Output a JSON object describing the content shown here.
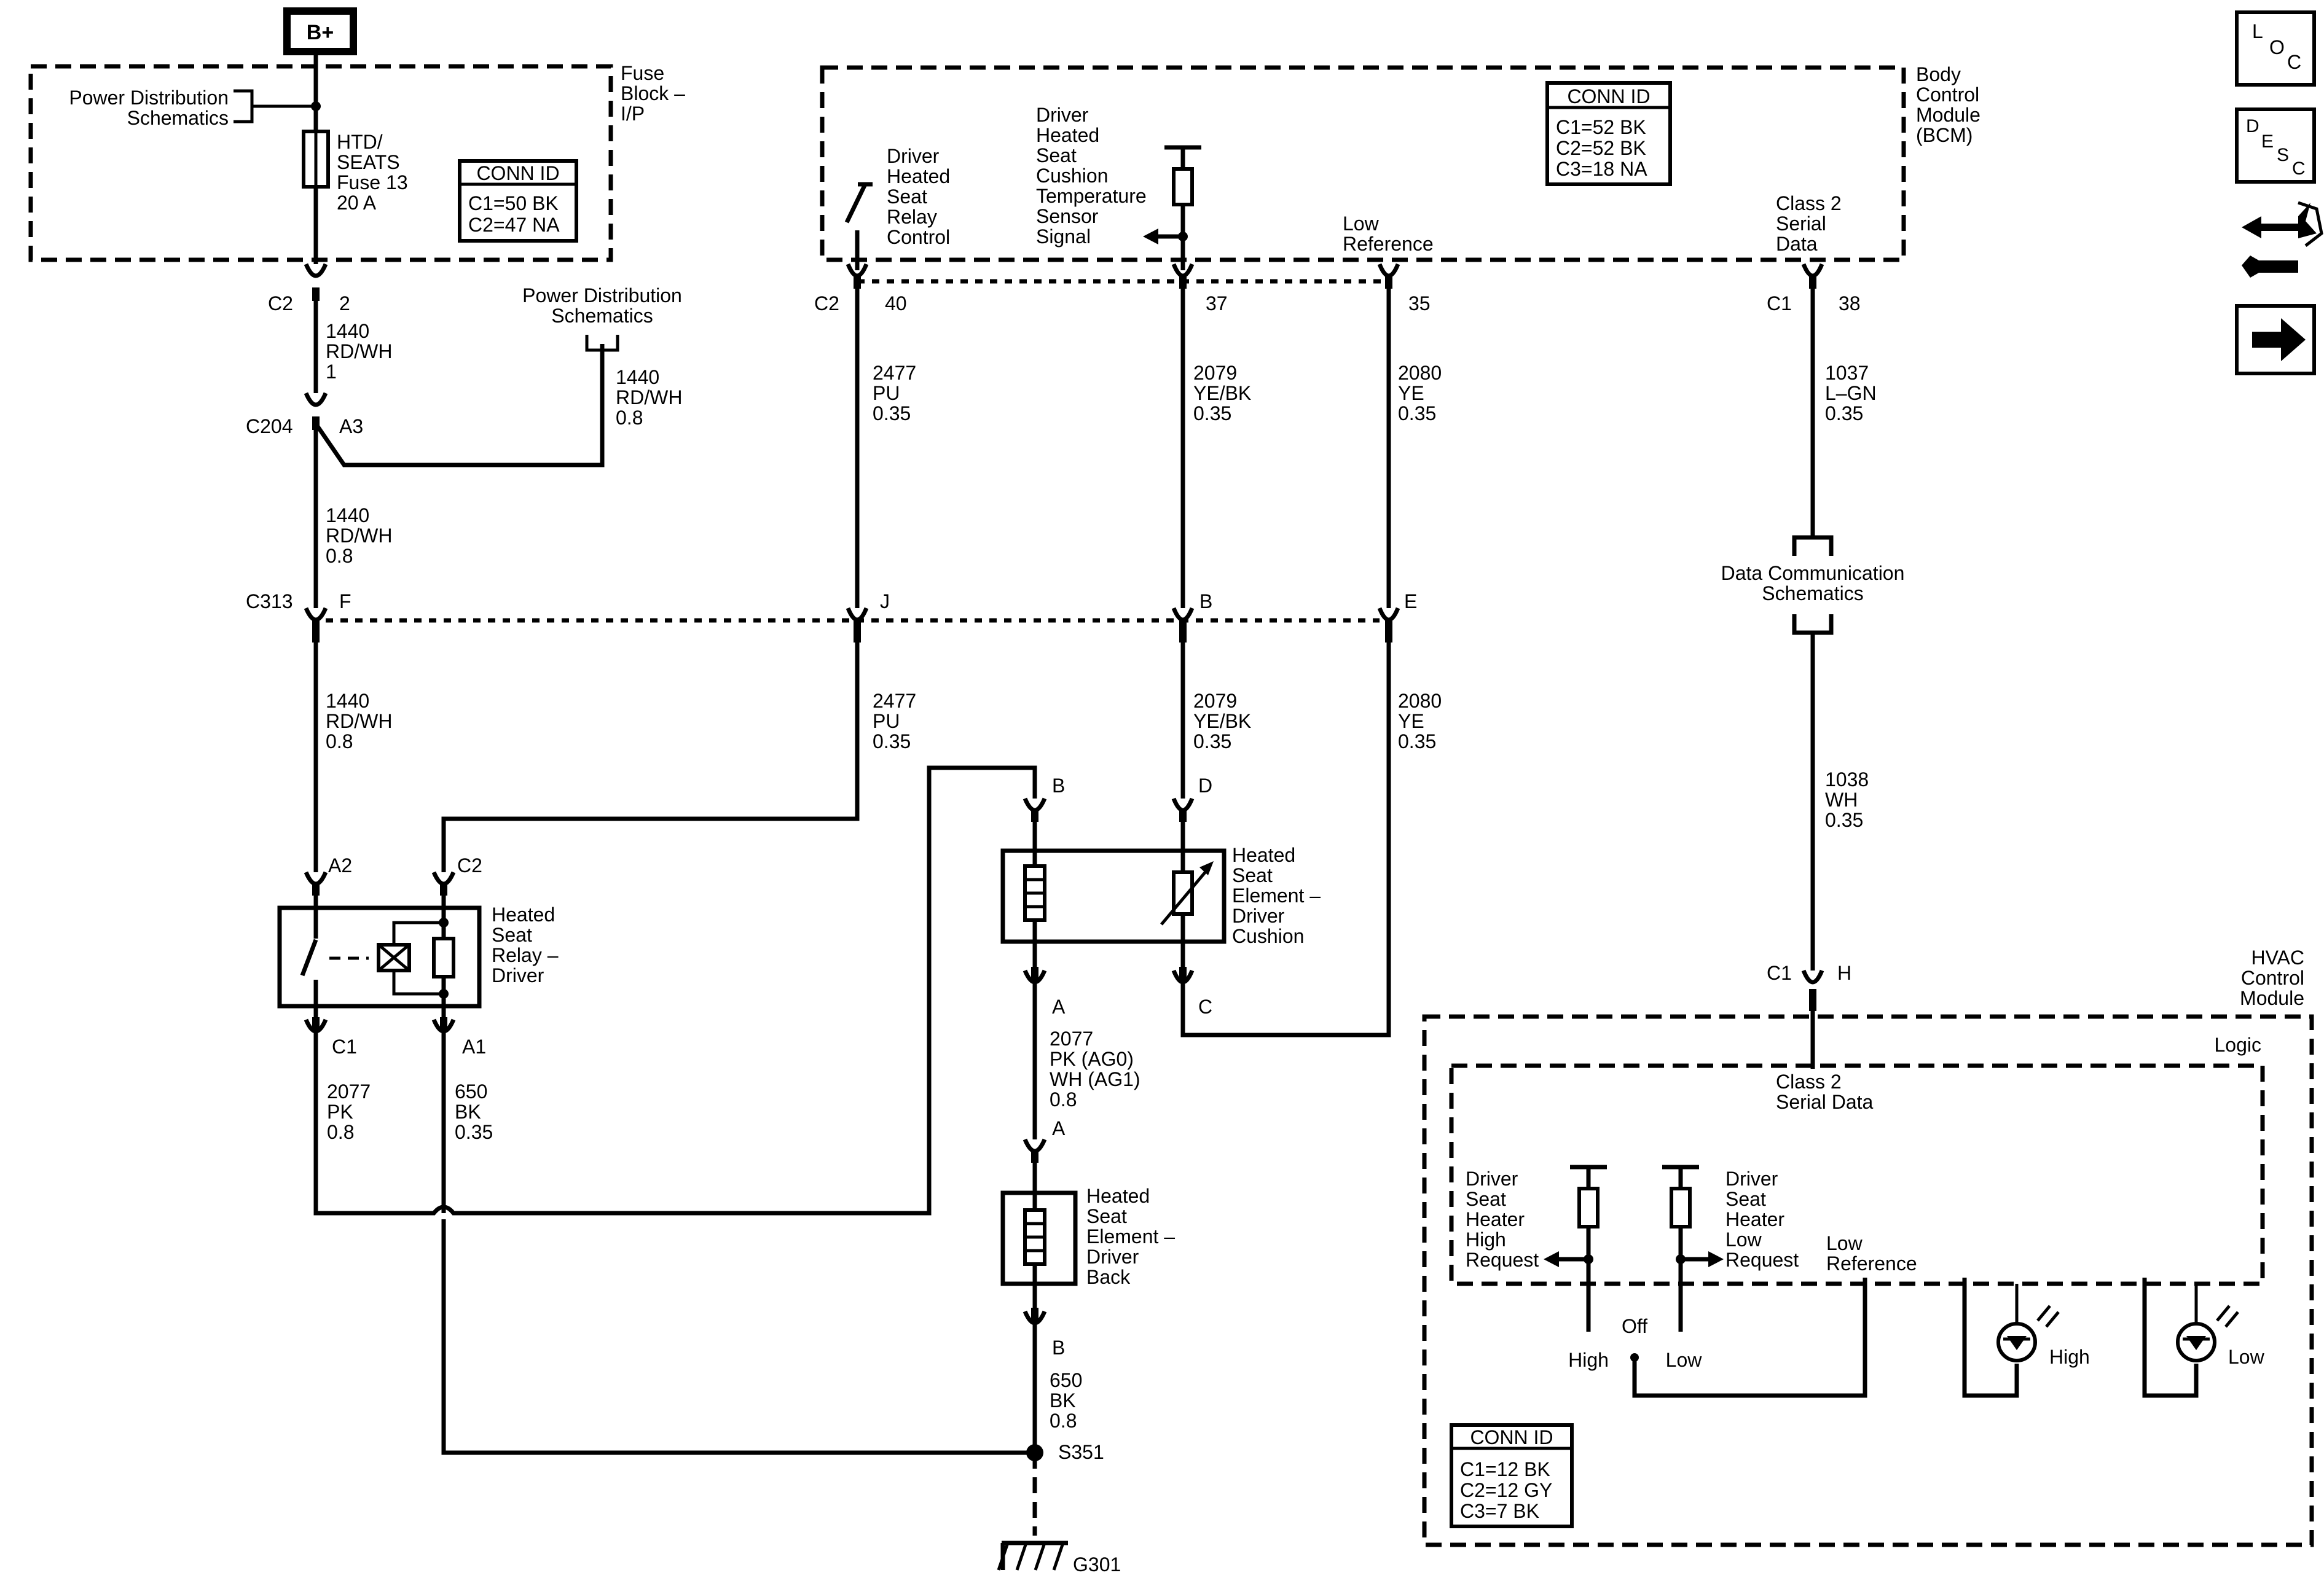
{
  "battery": "B+",
  "fuse_block": {
    "title": [
      "Fuse",
      "Block –",
      "I/P"
    ],
    "power_dist": [
      "Power Distribution",
      "Schematics"
    ],
    "fuse": [
      "HTD/",
      "SEATS",
      "Fuse 13",
      "20 A"
    ],
    "conn_title": "CONN ID",
    "conn_lines": [
      "C1=50 BK",
      "C2=47 NA"
    ]
  },
  "bcm": {
    "title": [
      "Body",
      "Control",
      "Module",
      "(BCM)"
    ],
    "conn_title": "CONN ID",
    "conn_lines": [
      "C1=52 BK",
      "C2=52 BK",
      "C3=18 NA"
    ],
    "relay_ctrl": [
      "Driver",
      "Heated",
      "Seat",
      "Relay",
      "Control"
    ],
    "temp_sensor": [
      "Driver",
      "Heated",
      "Seat",
      "Cushion",
      "Temperature",
      "Sensor",
      "Signal"
    ],
    "low_ref": [
      "Low",
      "Reference"
    ],
    "class2": [
      "Class 2",
      "Serial",
      "Data"
    ]
  },
  "connectors": {
    "c2_left": "C2",
    "pin2": "2",
    "c204": "C204",
    "a3": "A3",
    "c313": "C313",
    "f": "F",
    "j": "J",
    "b": "B",
    "e": "E",
    "c2_bcm": "C2",
    "pin40": "40",
    "pin37": "37",
    "pin35": "35",
    "c1_bcm": "C1",
    "pin38": "38",
    "relay_a2": "A2",
    "relay_c2": "C2",
    "relay_c1": "C1",
    "relay_a1": "A1",
    "cush_b": "B",
    "cush_d": "D",
    "cush_a": "A",
    "cush_c": "C",
    "back_a": "A",
    "back_b": "B",
    "hvac_c1": "C1",
    "hvac_h": "H"
  },
  "wires": {
    "w1440_1": [
      "1440",
      "RD/WH",
      "1"
    ],
    "w1440_pd": [
      "1440",
      "RD/WH",
      "0.8"
    ],
    "w1440_2": [
      "1440",
      "RD/WH",
      "0.8"
    ],
    "w1440_3": [
      "1440",
      "RD/WH",
      "0.8"
    ],
    "w2477_1": [
      "2477",
      "PU",
      "0.35"
    ],
    "w2477_2": [
      "2477",
      "PU",
      "0.35"
    ],
    "w2079_1": [
      "2079",
      "YE/BK",
      "0.35"
    ],
    "w2079_2": [
      "2079",
      "YE/BK",
      "0.35"
    ],
    "w2080_1": [
      "2080",
      "YE",
      "0.35"
    ],
    "w2080_2": [
      "2080",
      "YE",
      "0.35"
    ],
    "w1037": [
      "1037",
      "L–GN",
      "0.35"
    ],
    "w1038": [
      "1038",
      "WH",
      "0.35"
    ],
    "w2077_relay": [
      "2077",
      "PK",
      "0.8"
    ],
    "w650_relay": [
      "650",
      "BK",
      "0.35"
    ],
    "w2077_seat": [
      "2077",
      "PK (AG0)",
      "WH (AG1)",
      "0.8"
    ],
    "w650_seat": [
      "650",
      "BK",
      "0.8"
    ]
  },
  "power_dist_2": [
    "Power Distribution",
    "Schematics"
  ],
  "data_comm": [
    "Data Communication",
    "Schematics"
  ],
  "relay": [
    "Heated",
    "Seat",
    "Relay –",
    "Driver"
  ],
  "cushion": [
    "Heated",
    "Seat",
    "Element –",
    "Driver",
    "Cushion"
  ],
  "back": [
    "Heated",
    "Seat",
    "Element –",
    "Driver",
    "Back"
  ],
  "splice": "S351",
  "ground": "G301",
  "hvac": {
    "title": [
      "HVAC",
      "Control",
      "Module"
    ],
    "logic": "Logic",
    "class2": [
      "Class 2",
      "Serial Data"
    ],
    "high_req": [
      "Driver",
      "Seat",
      "Heater",
      "High",
      "Request"
    ],
    "low_req": [
      "Driver",
      "Seat",
      "Heater",
      "Low",
      "Request"
    ],
    "low_ref": [
      "Low",
      "Reference"
    ],
    "sw_high": "High",
    "sw_off": "Off",
    "sw_low": "Low",
    "led_high": "High",
    "led_low": "Low",
    "conn_title": "CONN ID",
    "conn_lines": [
      "C1=12 BK",
      "C2=12 GY",
      "C3=7 BK"
    ]
  },
  "side_icons": [
    "loc-icon",
    "desc-icon",
    "connector-tool-icon",
    "next-arrow-icon"
  ],
  "side_icon_text": {
    "loc": [
      "L",
      "O",
      "C"
    ],
    "desc": [
      "D",
      "E",
      "S",
      "C"
    ]
  }
}
